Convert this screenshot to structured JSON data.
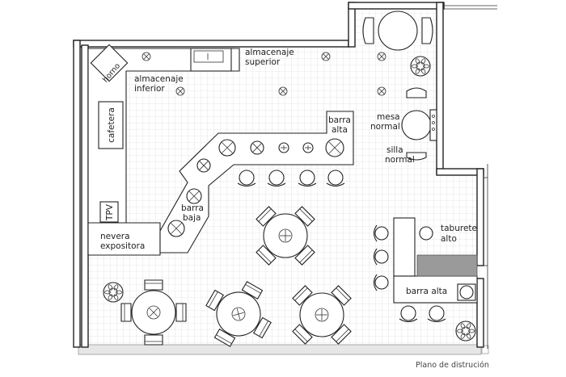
{
  "labels": {
    "horno": "horno",
    "almacenaje_superior_1": "almacenaje",
    "almacenaje_superior_2": "superior",
    "almacenaje_inferior_1": "almacenaje",
    "almacenaje_inferior_2": "inferior",
    "cafetera": "cafetera",
    "tpv": "TPV",
    "barra_alta_top_1": "barra",
    "barra_alta_top_2": "alta",
    "barra_baja_1": "barra",
    "barra_baja_2": "baja",
    "nevera_1": "nevera",
    "nevera_2": "expositora",
    "mesa_normal_1": "mesa",
    "mesa_normal_2": "normal",
    "silla_normal_1": "silla",
    "silla_normal_2": "normal",
    "taburete_alto_1": "taburete",
    "taburete_alto_2": "alto",
    "barra_alta_right": "barra alta"
  },
  "caption": "Plano de distrución",
  "colors": {
    "wall": "#222222",
    "grid": "#d4d4d4",
    "gray_block": "#9a9a9a",
    "floor_edge": "#bdbdbd"
  },
  "icons": [
    "plant-icon",
    "ceiling-light-icon",
    "stool-icon",
    "table-icon"
  ]
}
